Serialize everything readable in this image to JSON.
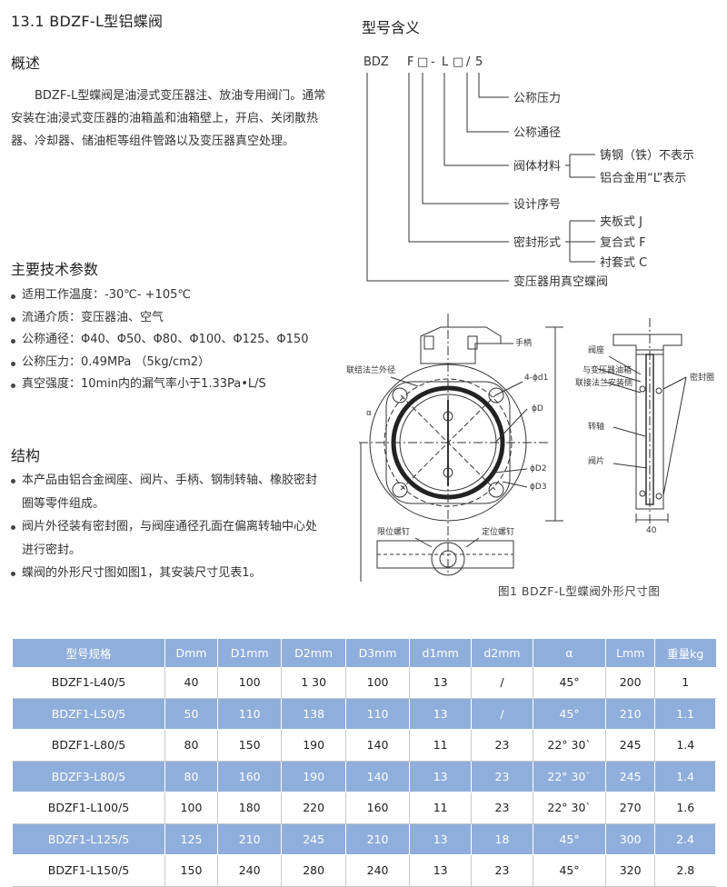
{
  "title": "13.1 BDZF-L型铝蝶阀",
  "overview": {
    "heading": "概述",
    "text": "BDZF-L型蝶阀是油浸式变压器注、放油专用阀门。通常安装在油浸式变压器的油箱盖和油箱壁上，开启、关闭散热器、冷却器、储油柜等组件管路以及变压器真空处理。"
  },
  "specs": {
    "heading": "主要技术参数",
    "items": [
      "适用工作温度：-30℃- +105℃",
      "流通介质：变压器油、空气",
      "公称通径：Φ40、Φ50、Φ80、Φ100、Φ125、Φ150",
      "公称压力：0.49MPa （5kg/cm2）",
      "真空强度：10min内的漏气率小于1.33Pa•L/S"
    ]
  },
  "structure": {
    "heading": "结构",
    "items": [
      "本产品由铝合金阀座、阀片、手柄、钢制转轴、橡胶密封圈等零件组成。",
      "阀片外径装有密封圈，与阀座通径孔面在偏离转轴中心处进行密封。",
      "蝶阀的外形尺寸图如图1，其安装尺寸见表1。"
    ]
  },
  "model": {
    "heading": "型号含义",
    "code": {
      "p1": "BDZ",
      "p2": "F",
      "p3": "□",
      "p4": "-",
      "p5": "L",
      "p6": "□",
      "p7": "/",
      "p8": "5"
    },
    "labels": {
      "pressure": "公称压力",
      "diameter": "公称通径",
      "material": "阀体材料",
      "mat_a": "铸钢（铁）不表示",
      "mat_b": "铝合金用“L”表示",
      "design": "设计序号",
      "seal": "密封形式",
      "seal_a": "夹板式 J",
      "seal_b": "复合式 F",
      "seal_c": "衬套式 C",
      "transformer": "变压器用真空蝶阀"
    }
  },
  "drawing": {
    "caption": "图1 BDZF-L型蝶阀外形尺寸图",
    "labels": {
      "handle": "手柄",
      "flange_od": "联结法兰外径",
      "holes": "4-ϕd1",
      "d": "ϕD",
      "d2": "ϕD2",
      "d3": "ϕD3",
      "alpha": "α",
      "locating_screw": "限位螺钉",
      "positioning_screw": "定位螺钉",
      "seat": "阀座",
      "tank_wall": "与变压器油箱",
      "flange_side": "联接法兰安装侧",
      "seal_ring": "密封圈",
      "shaft": "转轴",
      "disc": "阀片",
      "width": "40"
    }
  },
  "table": {
    "headers": [
      "型号规格",
      "Dmm",
      "D1mm",
      "D2mm",
      "D3mm",
      "d1mm",
      "d2mm",
      "α",
      "Lmm",
      "重量kg"
    ],
    "rows": [
      [
        "BDZF1-L40/5",
        "40",
        "100",
        "1 30",
        "100",
        "13",
        "/",
        "45°",
        "200",
        "1"
      ],
      [
        "BDZF1-L50/5",
        "50",
        "110",
        "138",
        "110",
        "13",
        "/",
        "45°",
        "210",
        "1.1"
      ],
      [
        "BDZF1-L80/5",
        "80",
        "150",
        "190",
        "140",
        "11",
        "23",
        "22° 30`",
        "245",
        "1.4"
      ],
      [
        "BDZF3-L80/5",
        "80",
        "160",
        "190",
        "140",
        "13",
        "23",
        "22° 30`",
        "245",
        "1.4"
      ],
      [
        "BDZF1-L100/5",
        "100",
        "180",
        "220",
        "160",
        "11",
        "23",
        "22° 30`",
        "270",
        "1.6"
      ],
      [
        "BDZF1-L125/5",
        "125",
        "210",
        "245",
        "210",
        "13",
        "18",
        "45°",
        "300",
        "2.4"
      ],
      [
        "BDZF1-L150/5",
        "150",
        "240",
        "280",
        "240",
        "13",
        "23",
        "45°",
        "320",
        "2.8"
      ]
    ]
  },
  "colors": {
    "accent": "#8faedb",
    "text": "#222222"
  }
}
